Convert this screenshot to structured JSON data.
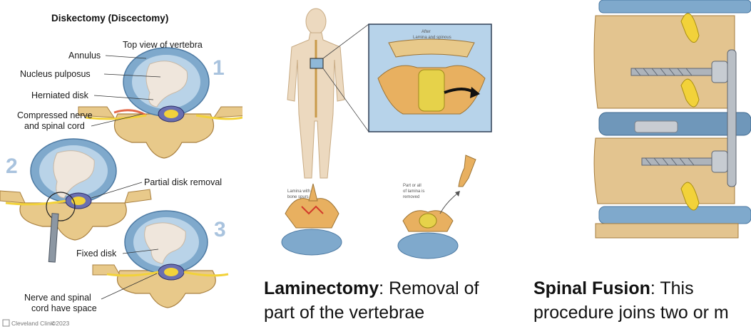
{
  "diskectomy": {
    "title": "Diskectomy (Discectomy)",
    "labels": {
      "top_view": "Top view of vertebra",
      "annulus": "Annulus",
      "nucleus": "Nucleus pulposus",
      "herniated": "Herniated disk",
      "compressed_1": "Compressed nerve",
      "compressed_2": "and spinal cord",
      "partial_removal": "Partial disk removal",
      "fixed": "Fixed disk",
      "nerve_space_1": "Nerve and spinal",
      "nerve_space_2": "cord have space"
    },
    "steps": [
      "1",
      "2",
      "3"
    ],
    "credit_org": "Cleveland Clinic",
    "credit_year": "©2023"
  },
  "laminectomy": {
    "inset_label_1": "After",
    "inset_label_2": "Lamina and spinous",
    "left_label_1": "Lamina with",
    "left_label_2": "bone spurs",
    "right_label_1": "Part or all",
    "right_label_2": "of lamina is",
    "right_label_3": "removed",
    "caption_term": "Laminectomy",
    "caption_line1_rest": ": Removal of",
    "caption_line2": "part of the vertebrae"
  },
  "spinal_fusion": {
    "caption_term": "Spinal Fusion",
    "caption_line1_rest": ": This",
    "caption_line2": "procedure joins two or m"
  },
  "colors": {
    "bone": "#e8c98a",
    "disk_blue": "#7fa9cc",
    "nucleus": "#efe6dc",
    "nerve_yellow": "#f2d23a",
    "step_number": "#a9c3de"
  }
}
